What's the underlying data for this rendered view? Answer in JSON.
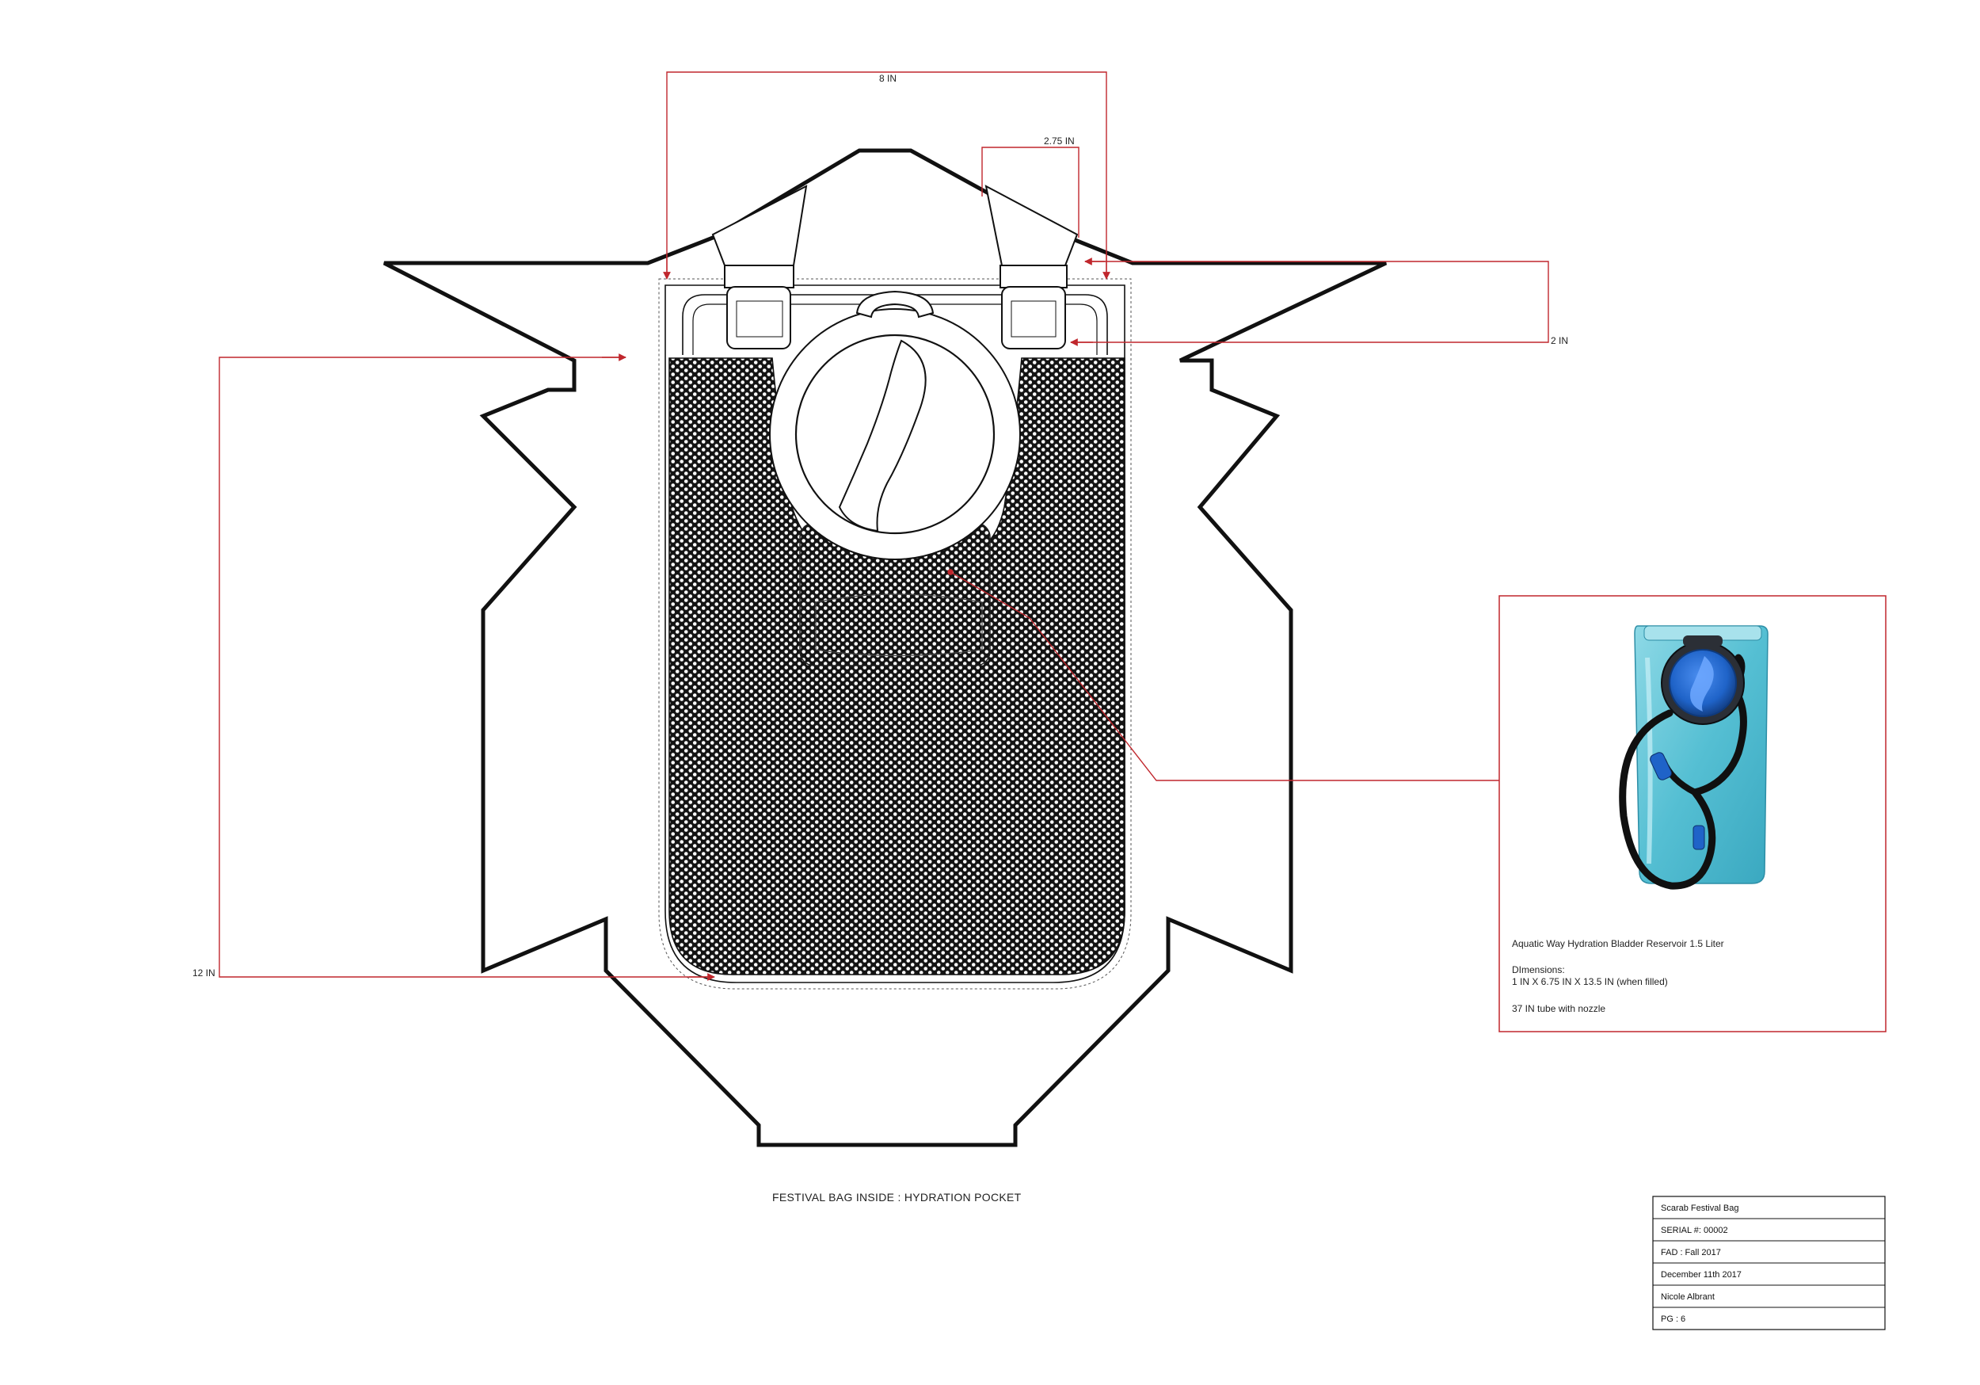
{
  "dimensions": {
    "top_width": "8 IN",
    "strap_width": "2.75 IN",
    "strap_height": "2 IN",
    "pocket_height": "12 IN"
  },
  "caption": "FESTIVAL BAG INSIDE : HYDRATION POCKET",
  "product_callout": {
    "name": "Aquatic Way Hydration Bladder Reservoir 1.5 Liter",
    "dimensions_heading": "DImensions:",
    "dimensions_value": "1 IN X 6.75 IN X 13.5 IN (when filled)",
    "tube": "37 IN tube with nozzle"
  },
  "title_block": {
    "project": "Scarab Festival Bag",
    "serial": "SERIAL #: 00002",
    "term": "FAD : Fall 2017",
    "date": "December 11th 2017",
    "author": "Nicole Albrant",
    "page": "PG : 6"
  },
  "colors": {
    "outline": "#111111",
    "dimension_line": "#c0272d",
    "mesh_fill": "#1a1a1a",
    "bladder_blue": "#5ec3d6",
    "cap_blue": "#1f63c8",
    "tube": "#101010"
  }
}
